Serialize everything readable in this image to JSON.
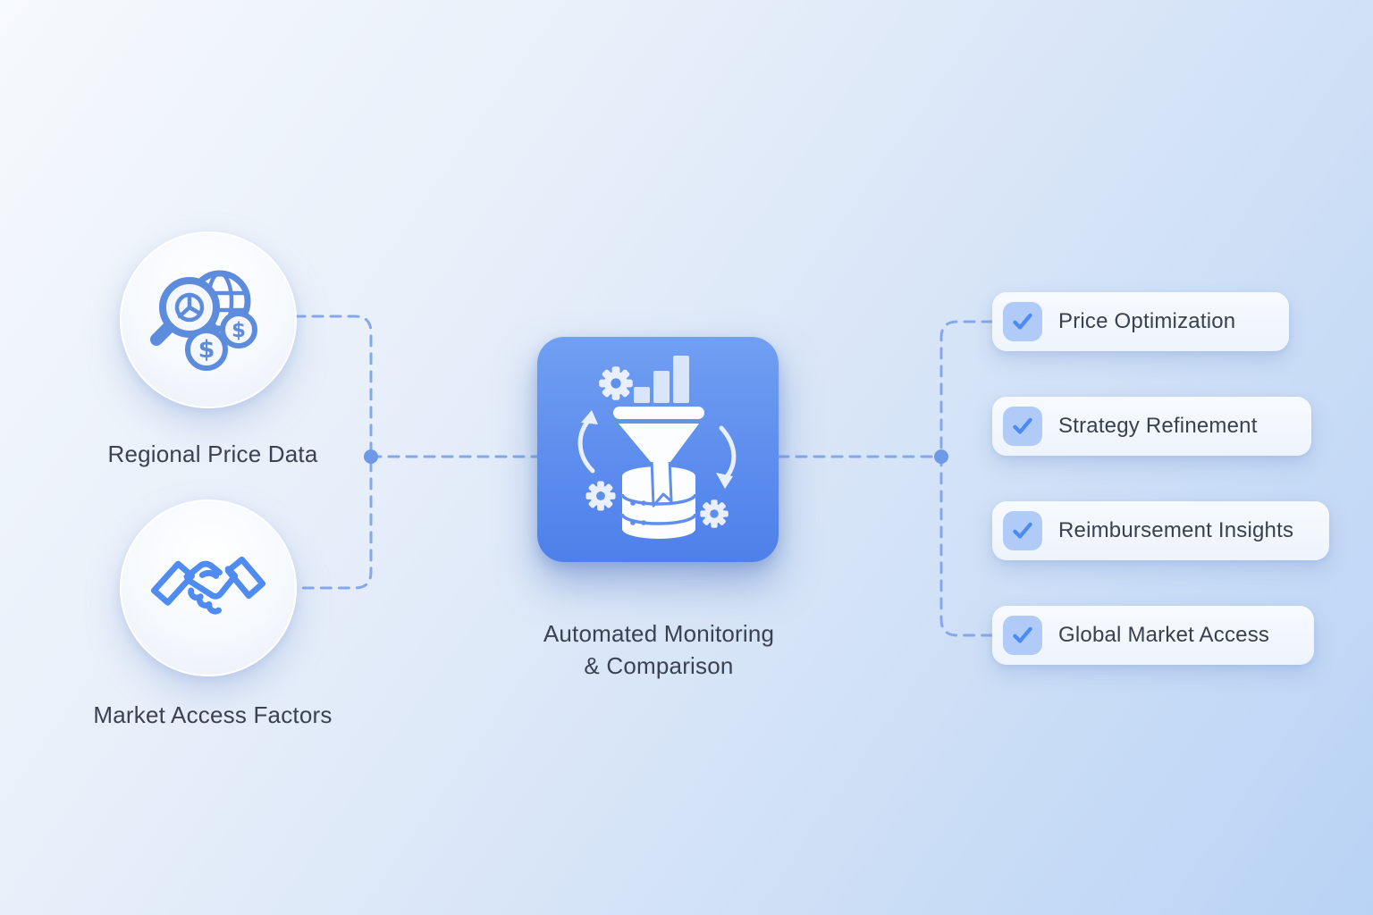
{
  "inputs": [
    {
      "label": "Regional Price Data",
      "icon": "price-search-globe-icon"
    },
    {
      "label": "Market Access Factors",
      "icon": "handshake-icon"
    }
  ],
  "process": {
    "label_line1": "Automated Monitoring",
    "label_line2": "& Comparison",
    "icon": "funnel-data-processing-icon"
  },
  "outputs": [
    {
      "label": "Price Optimization",
      "checked": true
    },
    {
      "label": "Strategy Refinement",
      "checked": true
    },
    {
      "label": "Reimbursement Insights",
      "checked": true
    },
    {
      "label": "Global Market Access",
      "checked": true
    }
  ],
  "icons": {
    "coin_symbol": "$"
  },
  "colors": {
    "background_start": "#f6f9fd",
    "background_end": "#b9d3f5",
    "tile_top": "#719ff2",
    "tile_bottom": "#4e80ea",
    "connector": "#85a8e9",
    "connector_dot": "#6d99e7",
    "card_bg": "#f3f7fd",
    "checkbox_bg": "#b0cbf7",
    "checkmark": "#4d8bf2",
    "icon_stroke": "#5e8cdd",
    "text": "#3a4251"
  }
}
